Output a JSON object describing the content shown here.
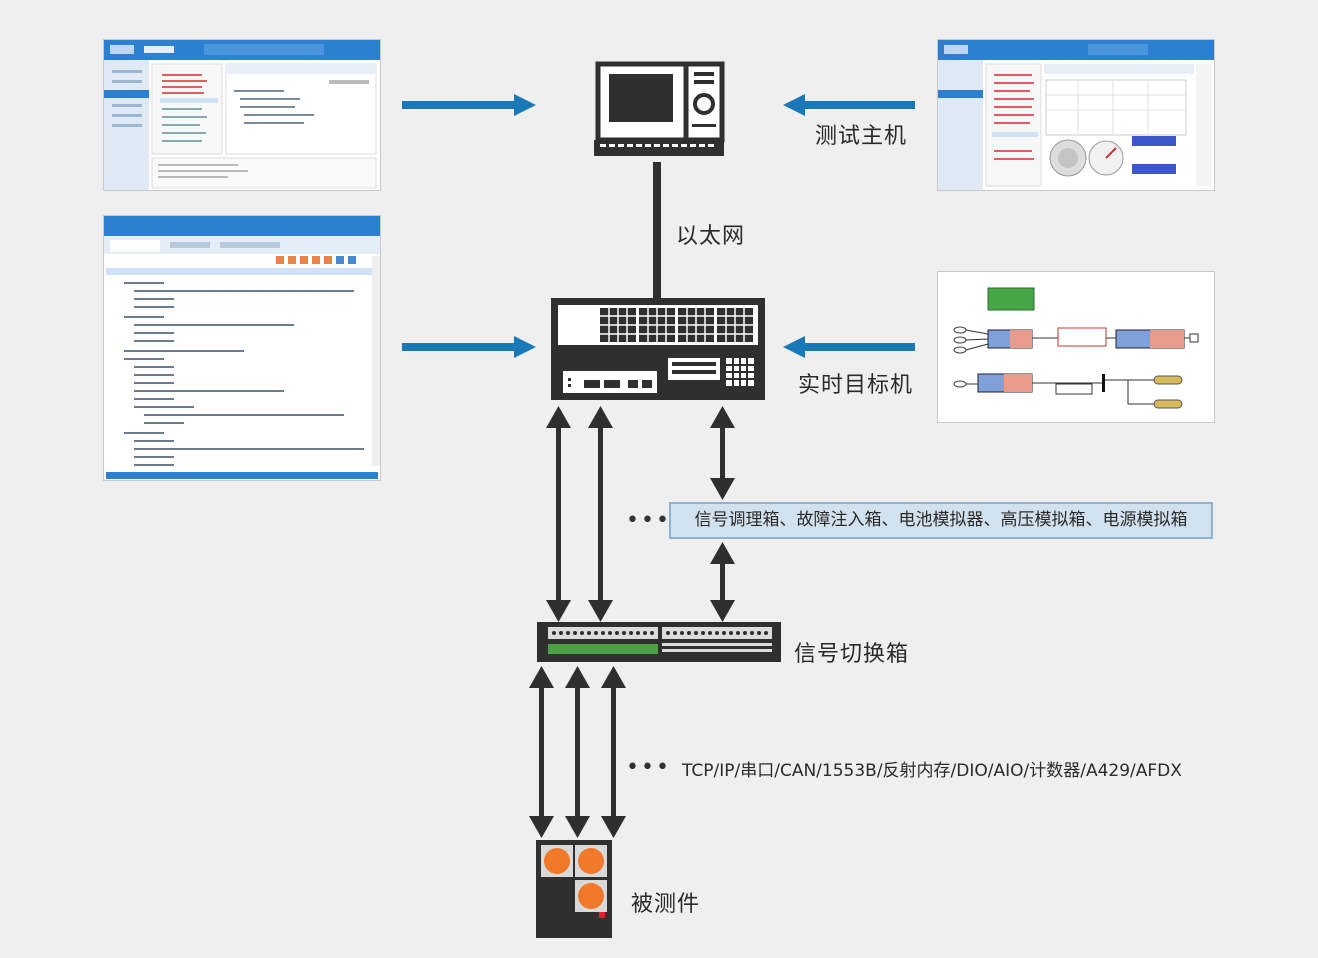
{
  "nodes": {
    "test_host": "测试主机",
    "ethernet": "以太网",
    "realtime_target": "实时目标机",
    "signal_box": "信号调理箱、故障注入箱、电池模拟器、高压模拟箱、电源模拟箱",
    "switch_box": "信号切换箱",
    "dut": "被测件",
    "protocols": "TCP/IP/串口/CAN/1553B/反射内存/DIO/AIO/计数器/A429/AFDX",
    "ellipsis": "•••"
  },
  "colors": {
    "arrow_blue": "#1a78b6",
    "device_dark": "#2f2f2f",
    "green_led": "#4ea046",
    "dut_orange": "#f0792a",
    "box_fill": "#d2e1ee",
    "box_border": "#8fb2cf",
    "app_blue": "#2d7fd0"
  },
  "icons": [
    "computer-icon",
    "server-icon",
    "switch-box-icon",
    "dut-icon",
    "arrow-right-icon",
    "arrow-left-icon",
    "double-arrow-icon"
  ]
}
